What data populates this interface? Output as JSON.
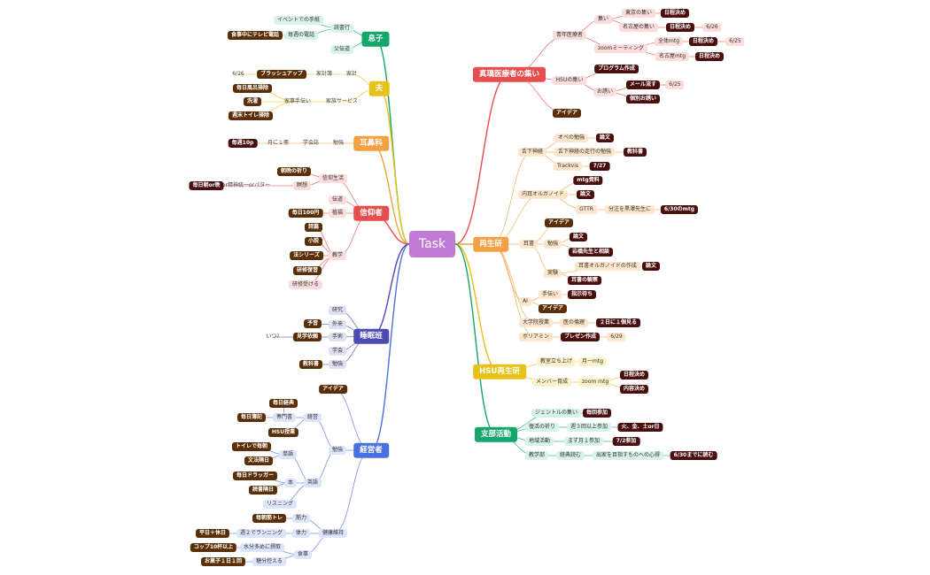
{
  "center": "Task",
  "colors": {
    "brown": "#5a2f08",
    "maroon": "#4a0e0e"
  },
  "branches": [
    {
      "key": "musuko",
      "label": "息子",
      "color": "#14a66a",
      "light": "#d8f3e7"
    },
    {
      "key": "otto",
      "label": "夫",
      "color": "#e7c21a",
      "light": "#fbf2c9"
    },
    {
      "key": "jibika",
      "label": "耳鼻科",
      "color": "#f4a044",
      "light": "#fde6cc"
    },
    {
      "key": "shinko",
      "label": "信仰者",
      "color": "#e84d4d",
      "light": "#fbdddd"
    },
    {
      "key": "keihan",
      "label": "睡眠班",
      "color": "#4b4bb2",
      "light": "#e0e0f5"
    },
    {
      "key": "keieisha",
      "label": "経営者",
      "color": "#4a6fe0",
      "light": "#dde5fb"
    },
    {
      "key": "shinkyu",
      "label": "真璃医療者の集い",
      "color": "#e84d4d",
      "light": "#fbdddd"
    },
    {
      "key": "saiseiken",
      "label": "再生研",
      "color": "#f4a044",
      "light": "#fde6cc"
    },
    {
      "key": "hsu",
      "label": "HSU再生研",
      "color": "#e7c21a",
      "light": "#fbf2c9"
    },
    {
      "key": "shibu",
      "label": "支部活動",
      "color": "#14a66a",
      "light": "#d8f3e7"
    }
  ],
  "nodes": {
    "m_dokusho": "読書行",
    "m_event": "イベントでの手紙",
    "m_maitsuki": "毎週の電話",
    "m_tv": "食事中にテレビ電話",
    "m_chichi": "父伝道",
    "o_kakeibo": "家計簿",
    "o_kakei": "家計",
    "o_flash": "ブラッシュアップ",
    "o_date": "6/26",
    "o_kazoku": "家族サービス",
    "o_kaji": "家事手伝い",
    "o_furo": "毎日風呂掃除",
    "o_sentaku": "洗濯",
    "o_toilet": "週末トイレ掃除",
    "j_benkyo": "勉強",
    "j_gakkai": "学会誌",
    "j_tsuki": "月に１冊",
    "j_mai": "毎週10p",
    "s_seikatsu": "信仰生活",
    "s_inori": "朝晩の祈り",
    "s_meiso": "瞑想",
    "s_mei2": "霊or精神統一orパター",
    "s_mainichi": "毎日朝or晩",
    "s_dendo": "伝道",
    "s_shokuho": "植福",
    "s_100": "毎日100円",
    "s_kyogaku": "教学",
    "s_shihen": "詩篇",
    "s_shosetsu": "小説",
    "s_hoho": "法シリーズ",
    "s_kenshu": "研修復習",
    "s_kenshu2": "研修受ける",
    "k_kenkyu": "研究",
    "k_gairai": "外来",
    "k_yoyaku": "予習",
    "k_shujutsu": "手術",
    "k_kengaku": "見学依頼",
    "k_itsu": "いつ?",
    "k_gakkai": "学会",
    "k_benkyo": "勉強",
    "k_kyokasho": "教科書",
    "e_idea": "アイデア",
    "e_keiei": "経営",
    "e_benkyo": "勉強",
    "e_senmon": "専門書",
    "e_maiban": "毎日経典",
    "e_nikki": "毎日簿記",
    "e_hsu": "HSU授業",
    "e_eigo": "英語",
    "e_tango": "単語",
    "e_toilet": "トイレで毎朝",
    "e_bunpo": "文法隔日",
    "e_hon": "本",
    "e_drag": "毎日ドラッガー",
    "e_dokusho": "読書隔日",
    "e_listen": "リスニング",
    "e_kenko": "健康維持",
    "e_kinryoku": "筋力",
    "e_kintore": "毎朝筋トレ",
    "e_tairyoku": "体力",
    "e_run": "週２でランニング",
    "e_heijitsu": "平日＋休日",
    "e_shokuji": "食事",
    "e_suibun": "水分多めに摂取",
    "e_cup": "コップ10杯以上",
    "e_toshitsu": "糖分控える",
    "e_okashi": "お菓子１日１回",
    "r_seinen": "青年医療者",
    "r_tsudoi": "集い",
    "r_tokyo": "東京の集い",
    "r_nittei1": "日程決め",
    "r_nagoya": "名古屋の集い",
    "r_nittei2": "日程決め",
    "r_626": "6/26",
    "r_zoom": "zoomミーティング",
    "r_zentai": "全体mtg",
    "r_nittei3": "日程決め",
    "r_625": "6/25",
    "r_nagoyamtg": "名古屋mtg",
    "r_nittei4": "日程決め",
    "r_hsu": "HSUの集い",
    "r_program": "プログラム作成",
    "r_sasoi": "お誘い",
    "r_mail": "メール流す",
    "r_625b": "6/25",
    "r_kobetsu": "個別お誘い",
    "r_idea": "アイデア",
    "a_koka": "舌下神経",
    "a_ofe": "オペの勉強",
    "a_ronbun": "論文",
    "a_koka2": "舌下神経の走行の勉強",
    "a_kyokasho": "教科書",
    "a_track": "Trackvis",
    "a_727": "7/27",
    "a_naiji": "内耳オルガノイド",
    "a_mtg": "mtg資料",
    "a_ronbun2": "論文",
    "a_gttr": "GTTR",
    "a_bunchu": "分注を黒澤先生に",
    "a_630": "6/30のmtg",
    "a_jisho": "耳書",
    "a_idea": "アイデア",
    "a_benkyo": "勉強",
    "a_ronbun3": "論文",
    "a_iwasaki": "岩橋先生と相談",
    "a_jikken": "実験",
    "a_jisho2": "耳書オルガノイドの作成",
    "a_ronbun4": "論文",
    "a_kansatsu": "耳書の観察",
    "a_ai": "AI",
    "a_tetsudai": "手伝い",
    "a_shiji": "指示待ち",
    "a_idea2": "アイデア",
    "a_daigaku": "大学院授業",
    "a_rinri": "医の倫理",
    "a_2nichi": "２日に１個見る",
    "a_bori": "ボリアミン",
    "a_present": "プレゼン作成",
    "a_629": "6/29",
    "h_kyoshitsu": "教室立ち上げ",
    "h_tsuki": "月一mtg",
    "h_member": "メンバー育成",
    "h_zoom": "zoom mtg",
    "h_nittei": "日程決め",
    "h_naiyo": "内容決め",
    "b_gentle": "ジェントルの集い",
    "b_maikai": "毎回参加",
    "b_fukkatsu": "復活の祈り",
    "b_shu3": "週３回以上参加",
    "b_kasui": "火、金、土or日",
    "b_chiiki": "地域活動",
    "b_maizu": "まず月１参加",
    "b_72": "7/2参加",
    "b_kyogaku": "教学部",
    "b_keiten": "経典読む",
    "b_shuke": "出家を目指すものへの心得",
    "b_630": "6/30までに読む"
  }
}
